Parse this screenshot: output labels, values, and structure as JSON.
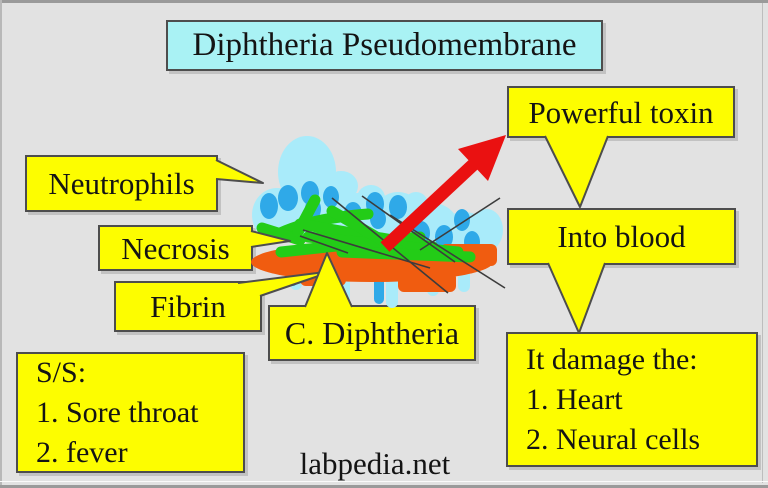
{
  "diagram_title": "Diphtheria Pseudomembrane",
  "watermark": "labpedia.net",
  "callouts": {
    "neutrophils": {
      "label": "Neutrophils"
    },
    "necrosis": {
      "label": "Necrosis"
    },
    "fibrin": {
      "label": "Fibrin"
    },
    "c_diphtheria": {
      "label": "C. Diphtheria"
    },
    "powerful_toxin": {
      "label": "Powerful toxin"
    },
    "into_blood": {
      "label": "Into blood"
    }
  },
  "damage_box": {
    "heading": "It damage the:",
    "items": [
      "1. Heart",
      "2. Neural cells"
    ]
  },
  "signs_box": {
    "heading": "S/S:",
    "items": [
      "1. Sore throat",
      "2. fever"
    ]
  },
  "illustration_parts": [
    "neutrophil cells (light blue)",
    "cell nuclei (blue)",
    "C. diphtheria bacteria (green rods)",
    "necrosis layer (orange band)",
    "fibrin strands (thin dark lines)",
    "toxin release arrow (red)"
  ],
  "colors": {
    "background": "#e2e2e2",
    "box_yellow": "#fdfd00",
    "box_border": "#4d4d4d",
    "title_cyan": "#a9f2f4",
    "cell_light": "#a9ebfa",
    "cell_nucleus": "#2fa9e8",
    "bacteria_green": "#23cc17",
    "necrosis_orange": "#f05c10",
    "fibrin_line": "#3c3c3c",
    "arrow_red": "#ea1111"
  }
}
